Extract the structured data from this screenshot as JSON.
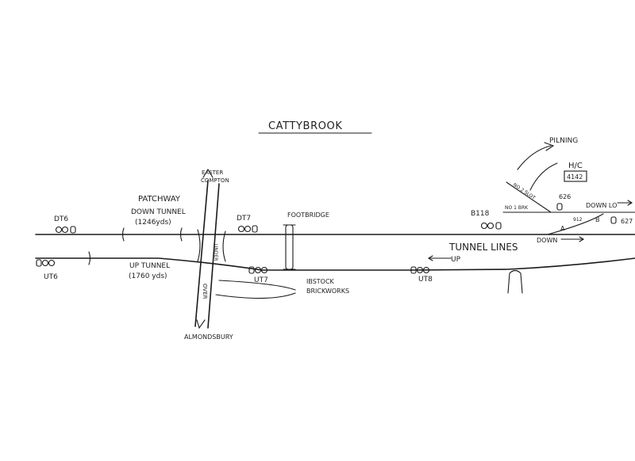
{
  "title": "CATTYBROOK",
  "places": {
    "patchway": "PATCHWAY",
    "down_tunnel": "DOWN TUNNEL",
    "down_tunnel_length": "(1246yds)",
    "up_tunnel": "UP TUNNEL",
    "up_tunnel_length": "(1760 yds)",
    "easter_compton_1": "EASTER",
    "easter_compton_2": "COMPTON",
    "almondsbury": "ALMONDSBURY",
    "footbridge": "FOOTBRIDGE",
    "ibstock_1": "IBSTOCK",
    "ibstock_2": "BRICKWORKS",
    "pilning": "PILNING",
    "tunnel_lines": "TUNNEL LINES",
    "down": "DOWN",
    "up": "UP",
    "down_loop": "DOWN LO",
    "over": "OVER",
    "under": "UNDER"
  },
  "signals": {
    "dt6": "DT6",
    "ut6": "UT6",
    "dt7": "DT7",
    "ut7": "UT7",
    "ut8": "UT8",
    "b118": "B118",
    "s626": "626",
    "s627": "627"
  },
  "misc": {
    "hc": "H/C",
    "hc_num": "4142",
    "a": "A",
    "b": "B",
    "no1_brk": "NO 1 BRK",
    "no2_slot": "NO 2 SLOT",
    "n12": "912"
  }
}
